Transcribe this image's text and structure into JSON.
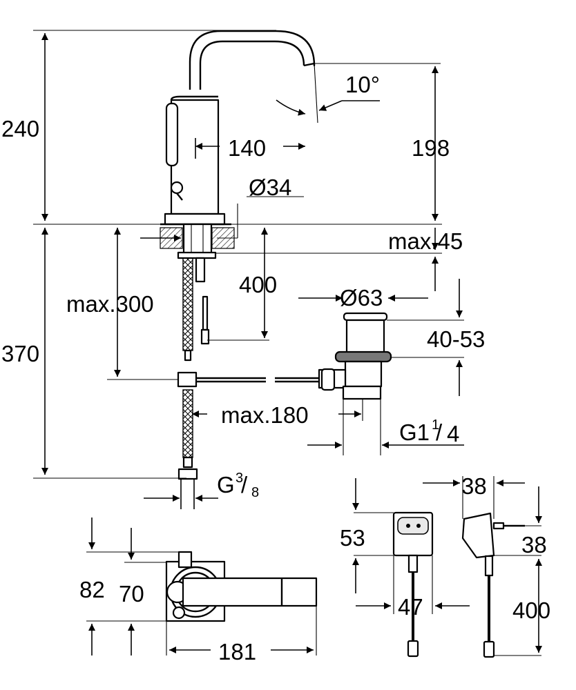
{
  "dimensions": {
    "height_total": "240",
    "angle": "10°",
    "reach": "140",
    "spout_height": "198",
    "diameter_body": "Ø34",
    "max_thickness": "max.45",
    "cable_length": "400",
    "max_depth": "max.300",
    "diameter_waste": "Ø63",
    "waste_range": "40-53",
    "below_height": "370",
    "max_offset": "max.180",
    "waste_thread_main": "G1",
    "waste_thread_num": "1",
    "waste_thread_den": "4",
    "hose_thread_main": "G",
    "hose_thread_num": "3",
    "hose_thread_den": "8",
    "adapter_width": "38",
    "adapter_depth": "38",
    "adapter_height": "53",
    "plug_width": "47",
    "adapter_cable": "400",
    "base_depth_outer": "82",
    "base_depth_inner": "70",
    "base_length": "181"
  }
}
